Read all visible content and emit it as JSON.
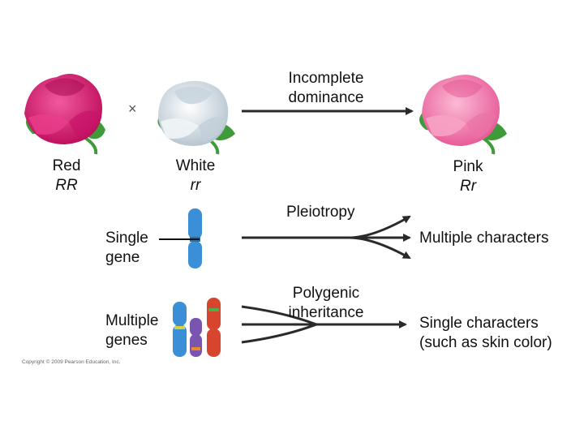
{
  "cross_symbol": "×",
  "incomplete_dominance": {
    "line1": "Incomplete",
    "line2": "dominance"
  },
  "red_rose": {
    "name": "Red",
    "genotype": "RR",
    "color": "#d91f78"
  },
  "white_rose": {
    "name": "White",
    "genotype": "rr",
    "color": "#dde6ec"
  },
  "pink_rose": {
    "name": "Pink",
    "genotype": "Rr",
    "color": "#f07aaa"
  },
  "pleiotropy": {
    "title": "Pleiotropy",
    "left_line1": "Single",
    "left_line2": "gene",
    "right": "Multiple characters"
  },
  "polygenic": {
    "title_line1": "Polygenic",
    "title_line2": "inheritance",
    "left_line1": "Multiple",
    "left_line2": "genes",
    "right_line1": "Single characters",
    "right_line2": "(such as skin color)"
  },
  "copyright": "Copyright © 2009 Pearson Education, Inc.",
  "colors": {
    "arrow": "#2a2a2a",
    "chromosome_blue": "#3a8fd6",
    "chromosome_purple": "#7a55b0",
    "chromosome_red": "#d8452e",
    "stem_green": "#3f9a3a"
  }
}
